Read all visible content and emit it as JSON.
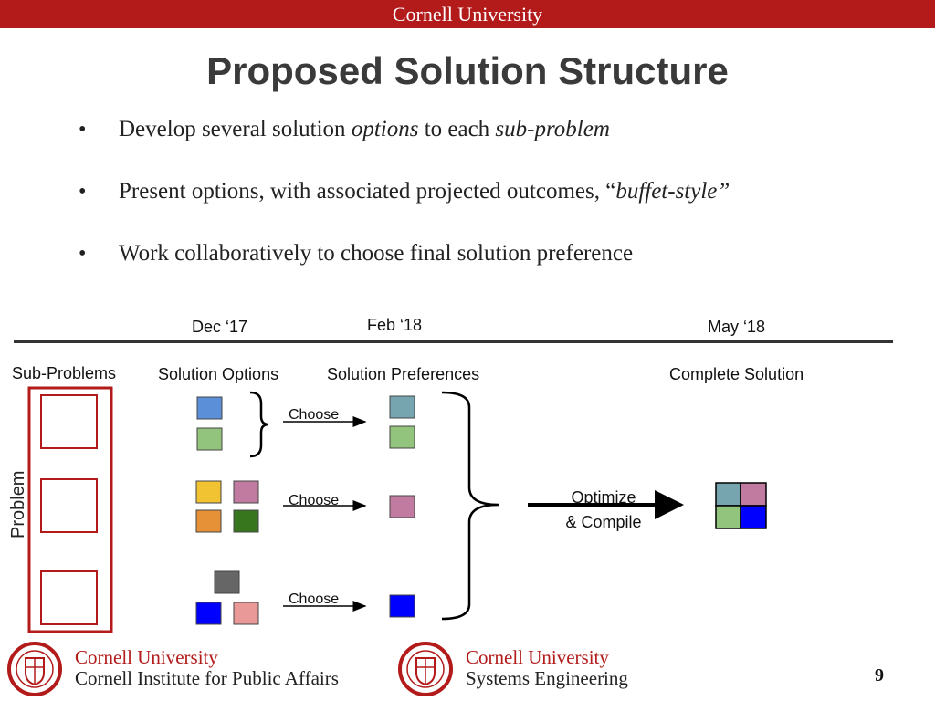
{
  "header": {
    "university": "Cornell University"
  },
  "slide": {
    "title": "Proposed Solution Structure",
    "page_number": "9"
  },
  "bullets": [
    {
      "before": "Develop several solution ",
      "em1": "options",
      "middle": " to each ",
      "em2": "sub-problem",
      "after": ""
    },
    {
      "before": "Present options, with associated projected outcomes, “",
      "em1": "buffet-style”",
      "middle": "",
      "em2": "",
      "after": ""
    },
    {
      "before": "Work collaboratively to choose final solution preference",
      "em1": "",
      "middle": "",
      "em2": "",
      "after": ""
    }
  ],
  "bullet_symbol": "•",
  "timeline": {
    "dec": "Dec ‘17",
    "feb": "Feb ‘18",
    "may": "May ‘18"
  },
  "columns": {
    "sub_problems": "Sub-Problems",
    "solution_options": "Solution Options",
    "solution_preferences": "Solution Preferences",
    "complete_solution": "Complete Solution"
  },
  "side_label": "Problem",
  "choose_label": "Choose",
  "optimize": {
    "line1": "Optimize",
    "line2": "& Compile"
  },
  "colors": {
    "red": "#b31b1b",
    "blue": "#5b8fd8",
    "green": "#93c47d",
    "yellow": "#f1c232",
    "pink": "#c27ba0",
    "orange": "#e69138",
    "darkgreen": "#38761d",
    "gray": "#666666",
    "brightblue": "#0000ff",
    "salmon": "#ea9999",
    "teal": "#76a5af"
  },
  "footer": {
    "left_line1": "Cornell University",
    "left_line2": "Cornell Institute for Public Affairs",
    "right_line1": "Cornell University",
    "right_line2": "Systems Engineering"
  }
}
